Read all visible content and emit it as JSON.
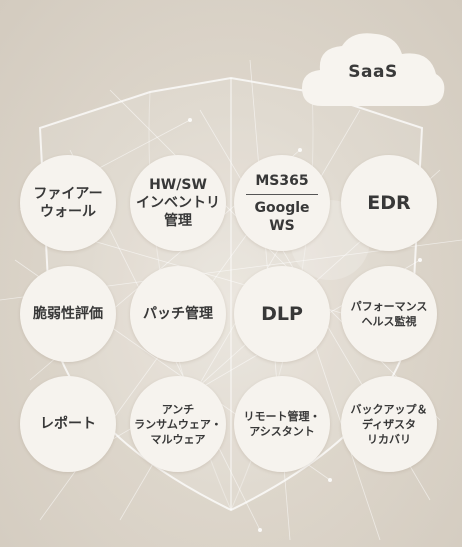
{
  "cloud": {
    "label": "SaaS"
  },
  "nodes": [
    {
      "id": "firewall",
      "lines": [
        "ファイアー",
        "ウォール"
      ]
    },
    {
      "id": "hw-sw",
      "lines": [
        "HW/SW",
        "インベントリ",
        "管理"
      ]
    },
    {
      "id": "ms365",
      "top": "MS365",
      "bottom_lines": [
        "Google",
        "WS"
      ]
    },
    {
      "id": "edr",
      "lines": [
        "EDR"
      ]
    },
    {
      "id": "vulnerability",
      "lines": [
        "脆弱性評価"
      ]
    },
    {
      "id": "patch",
      "lines": [
        "パッチ管理"
      ]
    },
    {
      "id": "dlp",
      "lines": [
        "DLP"
      ]
    },
    {
      "id": "performance",
      "lines": [
        "パフォーマンス",
        "ヘルス監視"
      ]
    },
    {
      "id": "report",
      "lines": [
        "レポート"
      ]
    },
    {
      "id": "antiransom",
      "lines": [
        "アンチ",
        "ランサムウェア・",
        "マルウェア"
      ]
    },
    {
      "id": "remote",
      "lines": [
        "リモート管理・",
        "アシスタント"
      ]
    },
    {
      "id": "backup",
      "lines": [
        "バックアップ＆",
        "ディザスタ",
        "リカバリ"
      ]
    }
  ]
}
